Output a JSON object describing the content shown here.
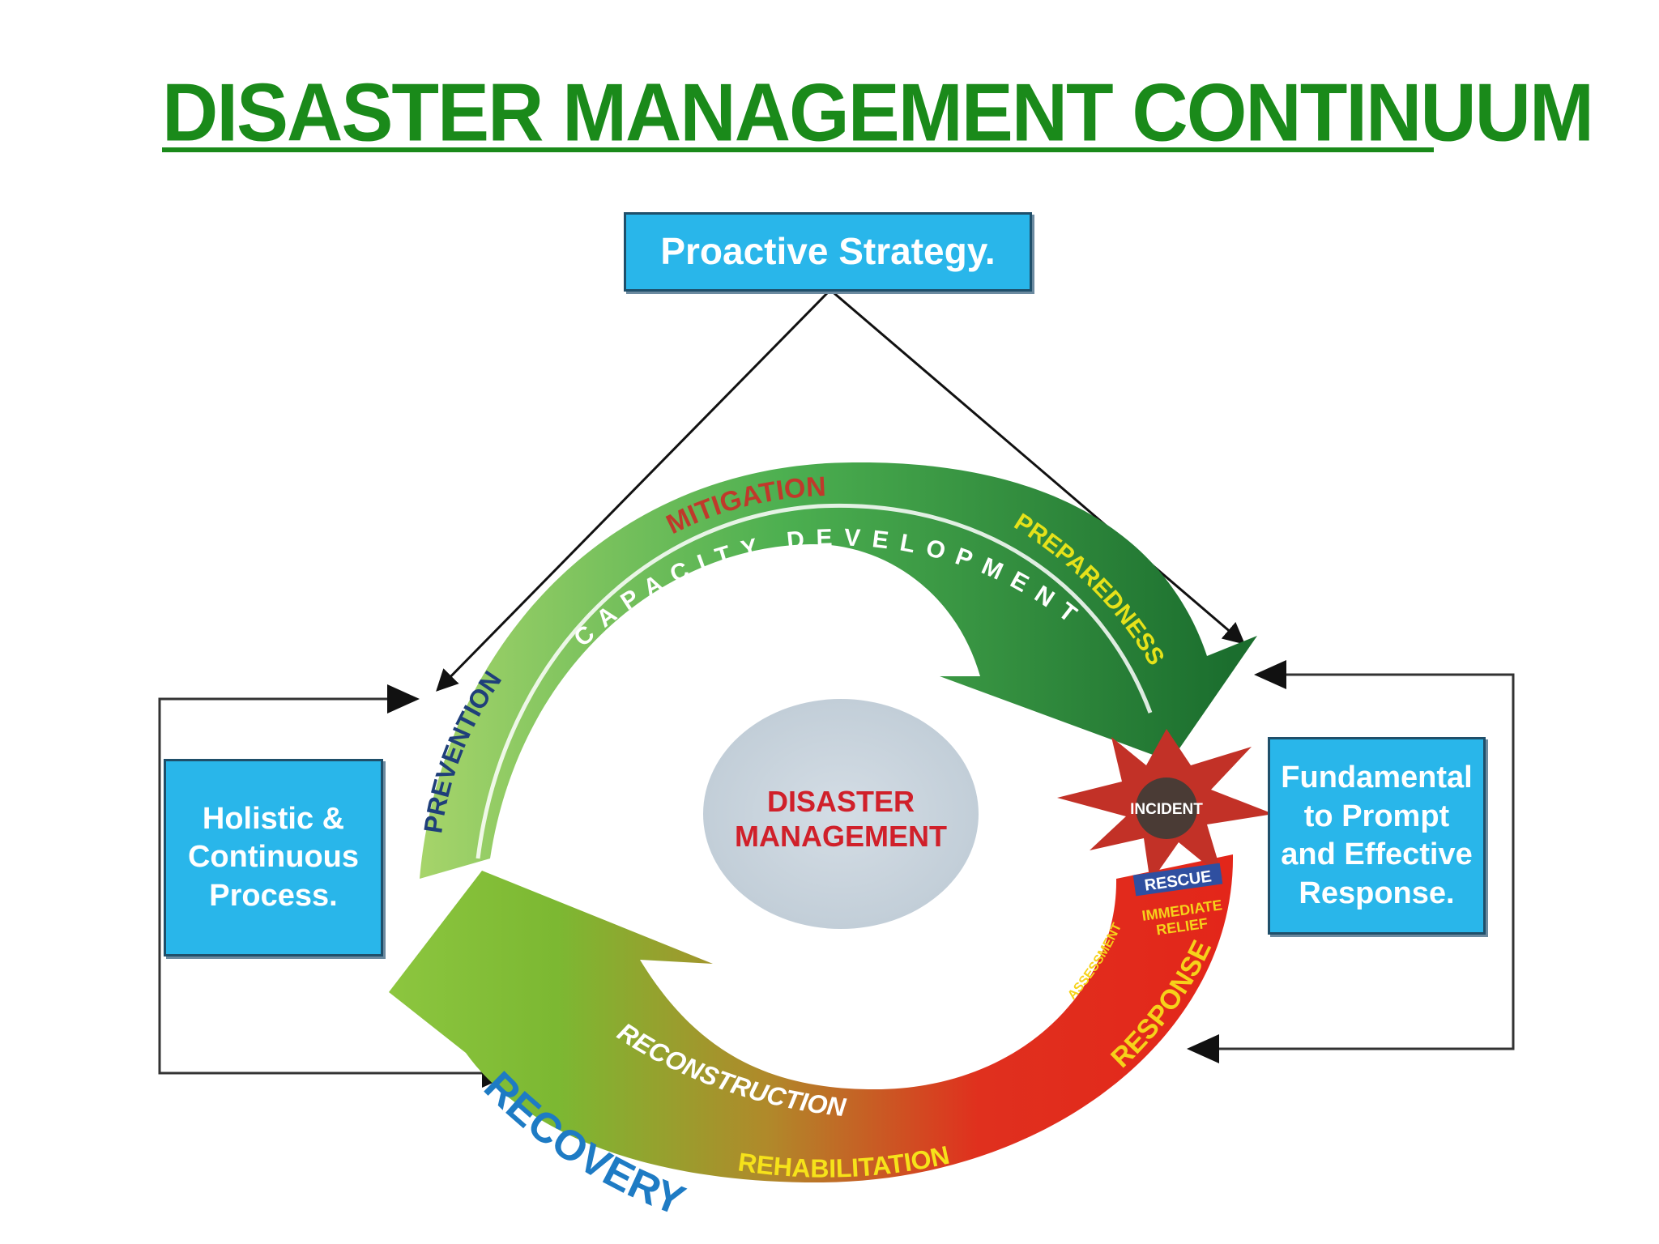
{
  "title": "DISASTER MANAGEMENT CONTINUUM",
  "boxes": {
    "proactive": "Proactive Strategy.",
    "holistic": "Holistic &\nContinuous\nProcess.",
    "fundamental": "Fundamental\nto Prompt\nand Effective\nResponse."
  },
  "center": {
    "line1": "DISASTER",
    "line2": "MANAGEMENT"
  },
  "incident": "INCIDENT",
  "top_arc": {
    "mitigation": "MITIGATION",
    "capacity_development": "CAPACITY DEVELOPMENT",
    "prevention": "PREVENTION",
    "preparedness": "PREPAREDNESS"
  },
  "bottom_arc": {
    "rescue": "RESCUE",
    "immediate_relief_1": "IMMEDIATE",
    "immediate_relief_2": "RELIEF",
    "assessment": "ASSESSMENT",
    "response": "RESPONSE",
    "reconstruction": "RECONSTRUCTION",
    "rehabilitation": "REHABILITATION",
    "recovery": "RECOVERY"
  },
  "colors": {
    "title_green": "#1a8a1a",
    "box_blue": "#29b6ea",
    "arc_green_dark": "#1e7d32",
    "arc_green_light": "#8bc34a",
    "arc_red": "#e0261b",
    "incident_red": "#c0392b",
    "recovery_blue": "#1e7bc4"
  }
}
